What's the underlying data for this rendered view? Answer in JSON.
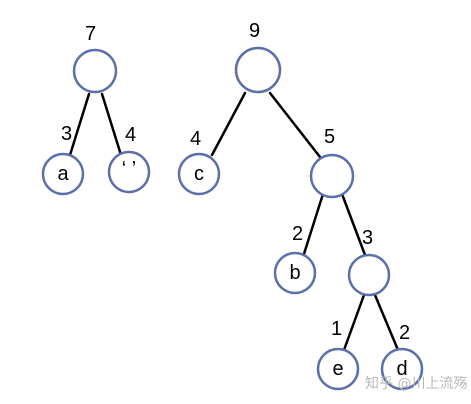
{
  "trees": [
    {
      "root": {
        "weight": "7"
      },
      "edges": [
        {
          "weight": "3",
          "child": "a"
        },
        {
          "weight": "4",
          "child": "‘ ’"
        }
      ]
    },
    {
      "root": {
        "weight": "9"
      },
      "edges": [
        {
          "weight": "4",
          "child": "c"
        },
        {
          "weight": "5",
          "child": ""
        },
        {
          "weight": "2",
          "child": "b"
        },
        {
          "weight": "3",
          "child": ""
        },
        {
          "weight": "1",
          "child": "e"
        },
        {
          "weight": "2",
          "child": "d"
        }
      ]
    }
  ],
  "watermark": "知乎 @川上流殇",
  "colors": {
    "node_stroke": "#5b6fa8",
    "edge": "#000000",
    "watermark": "#b8b8b8"
  }
}
